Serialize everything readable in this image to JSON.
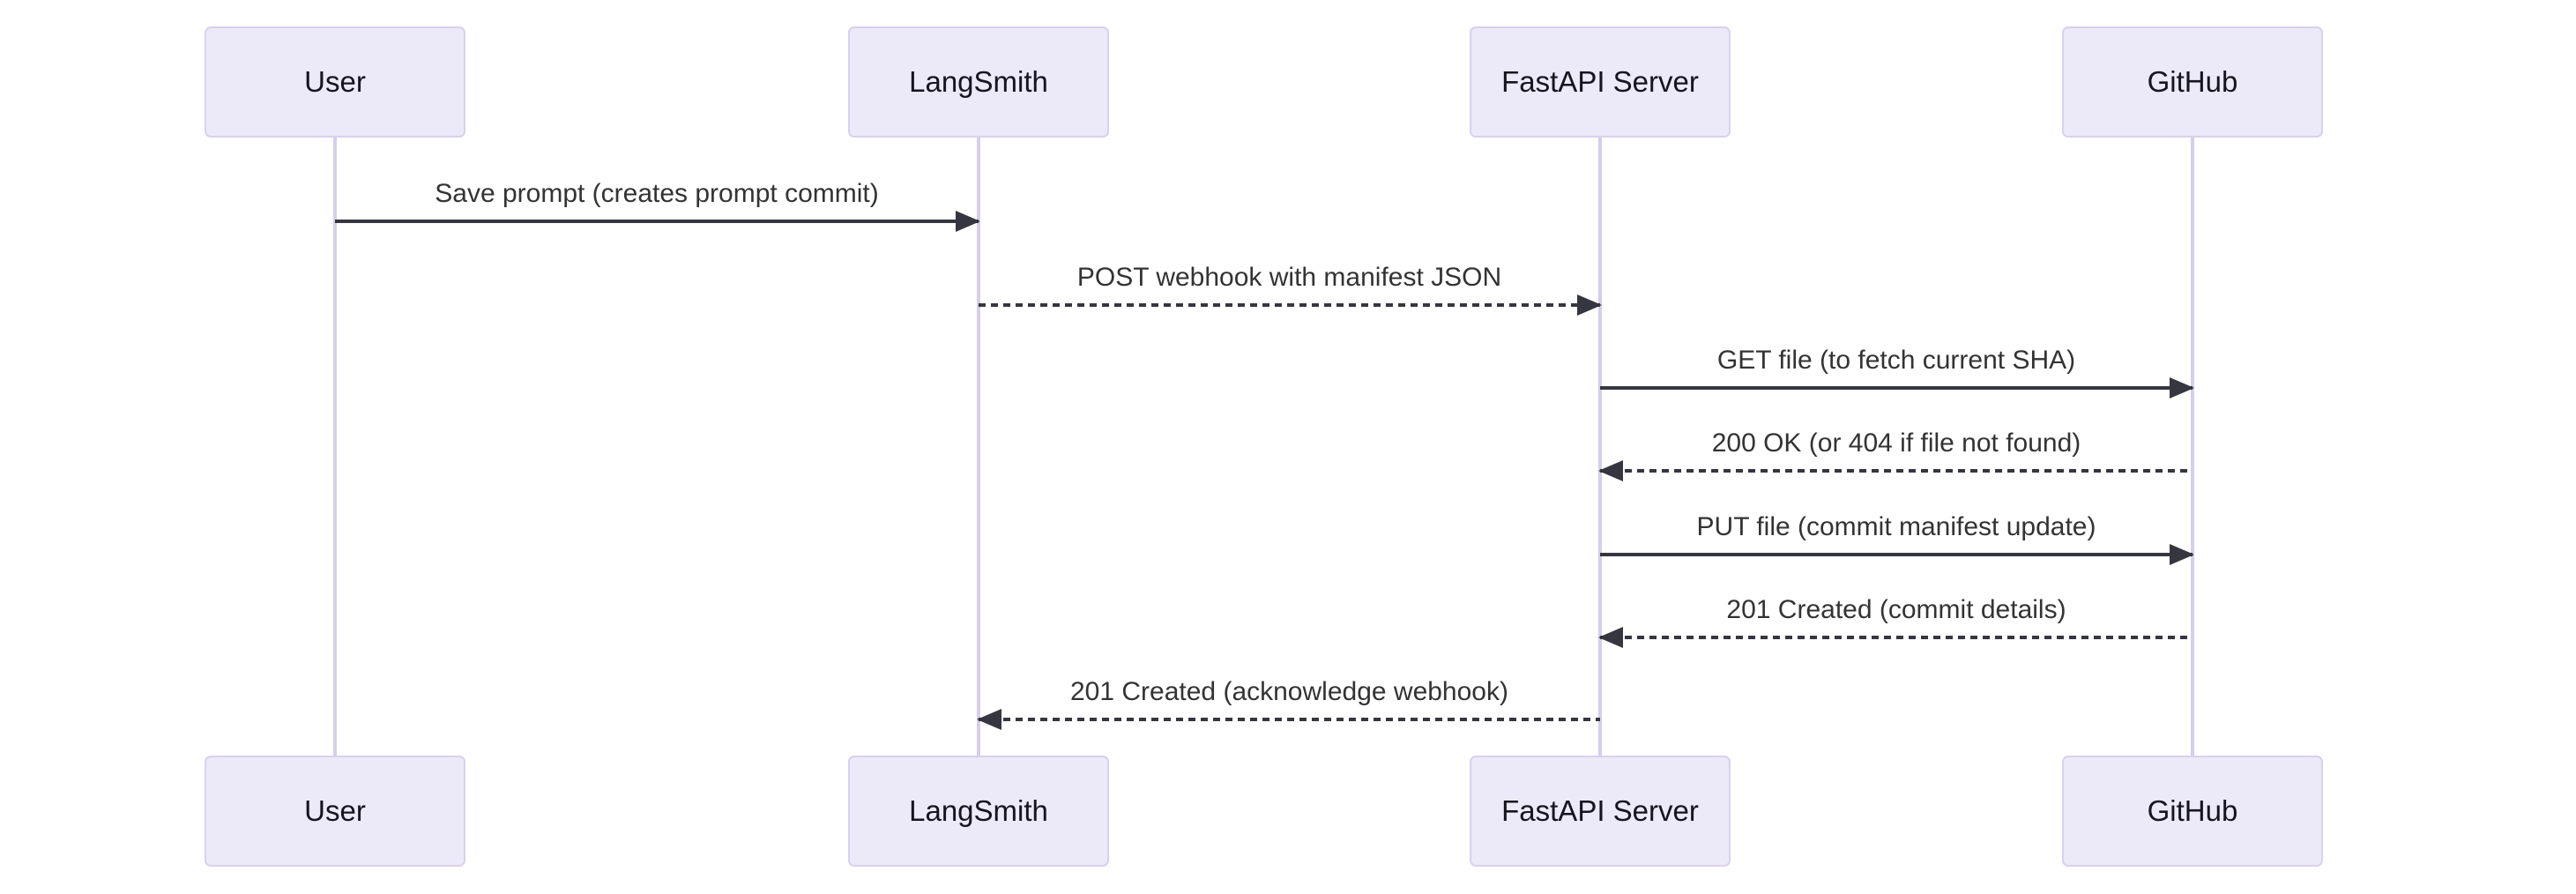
{
  "diagram": {
    "type": "sequence",
    "participants": [
      {
        "id": "user",
        "label": "User"
      },
      {
        "id": "langsmith",
        "label": "LangSmith"
      },
      {
        "id": "fastapi-server",
        "label": "FastAPI Server"
      },
      {
        "id": "github",
        "label": "GitHub"
      }
    ],
    "messages": [
      {
        "from": "User",
        "to": "LangSmith",
        "label": "Save prompt (creates prompt commit)",
        "line": "solid",
        "direction": "right"
      },
      {
        "from": "LangSmith",
        "to": "FastAPI Server",
        "label": "POST webhook with manifest JSON",
        "line": "dashed",
        "direction": "right"
      },
      {
        "from": "FastAPI Server",
        "to": "GitHub",
        "label": "GET file (to fetch current SHA)",
        "line": "solid",
        "direction": "right"
      },
      {
        "from": "GitHub",
        "to": "FastAPI Server",
        "label": "200 OK (or 404 if file not found)",
        "line": "dashed",
        "direction": "left"
      },
      {
        "from": "FastAPI Server",
        "to": "GitHub",
        "label": "PUT file (commit manifest update)",
        "line": "solid",
        "direction": "right"
      },
      {
        "from": "GitHub",
        "to": "FastAPI Server",
        "label": "201 Created (commit details)",
        "line": "dashed",
        "direction": "left"
      },
      {
        "from": "FastAPI Server",
        "to": "LangSmith",
        "label": "201 Created (acknowledge webhook)",
        "line": "dashed",
        "direction": "left"
      }
    ],
    "colors": {
      "actor_fill": "#ECE9F8",
      "actor_border": "#D9D1EC",
      "lifeline": "#D6CEEA",
      "arrow": "#363640",
      "message_text": "#333333",
      "actor_text": "#15151F",
      "background": "#FFFFFF"
    }
  }
}
